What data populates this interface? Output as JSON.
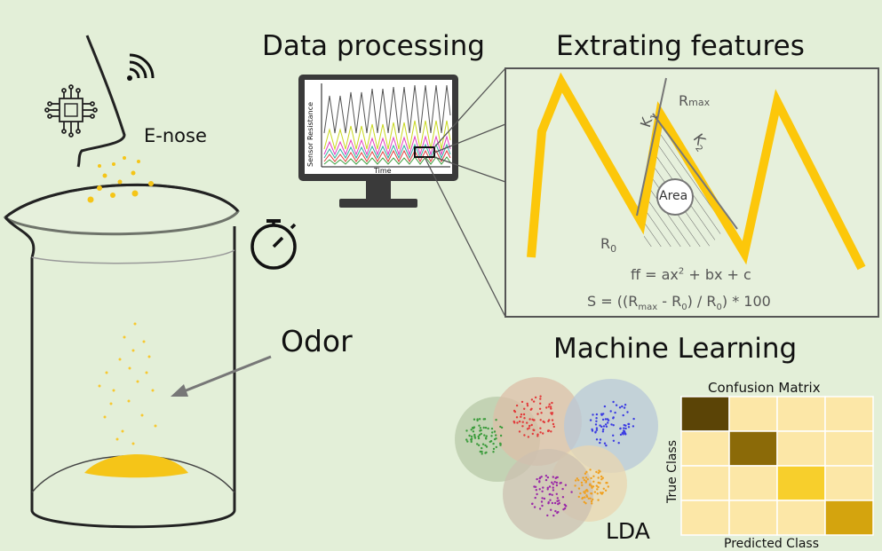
{
  "labels": {
    "data_processing": "Data processing",
    "extracting_features": "Extrating features",
    "machine_learning": "Machine Learning",
    "e_nose": "E-nose",
    "odor": "Odor",
    "lda": "LDA"
  },
  "monitor": {
    "ylabel": "Sensor Resistance",
    "xlabel": "Time"
  },
  "features": {
    "rmax_base": "R",
    "rmax_sub": "max",
    "r0_base": "R",
    "r0_sub": "0",
    "k1_base": "K",
    "k1_sub": "1",
    "k2_base": "K",
    "k2_sub": "2",
    "area": "Area",
    "eq_ff_a": "ff = ax",
    "eq_ff_sup": "2",
    "eq_ff_b": " + bx + c",
    "eq_s_a": "S = ((R",
    "eq_s_sub1": "max",
    "eq_s_b": " - R",
    "eq_s_sub2": "0",
    "eq_s_c": ") / R",
    "eq_s_sub3": "0",
    "eq_s_d": ") * 100"
  },
  "confusion_matrix": {
    "title": "Confusion Matrix",
    "xlabel": "Predicted Class",
    "ylabel": "True Class",
    "cells": [
      [
        "#5b4406",
        "#fce7a7",
        "#fce7a7",
        "#fce7a7"
      ],
      [
        "#fce7a7",
        "#8b6a08",
        "#fce7a7",
        "#fce7a7"
      ],
      [
        "#fce7a7",
        "#fce7a7",
        "#f7cf2c",
        "#fce7a7"
      ],
      [
        "#fce7a7",
        "#fce7a7",
        "#fce7a7",
        "#d4a40e"
      ]
    ]
  },
  "colors": {
    "background": "#e3efd8",
    "signal": "#fcc70a",
    "odor": "#f5c518",
    "lda_green": "#3c9c3c",
    "lda_red": "#e23a3a",
    "lda_blue": "#3a3ae2",
    "lda_purple": "#9a2aa8",
    "lda_orange": "#f0a020"
  }
}
